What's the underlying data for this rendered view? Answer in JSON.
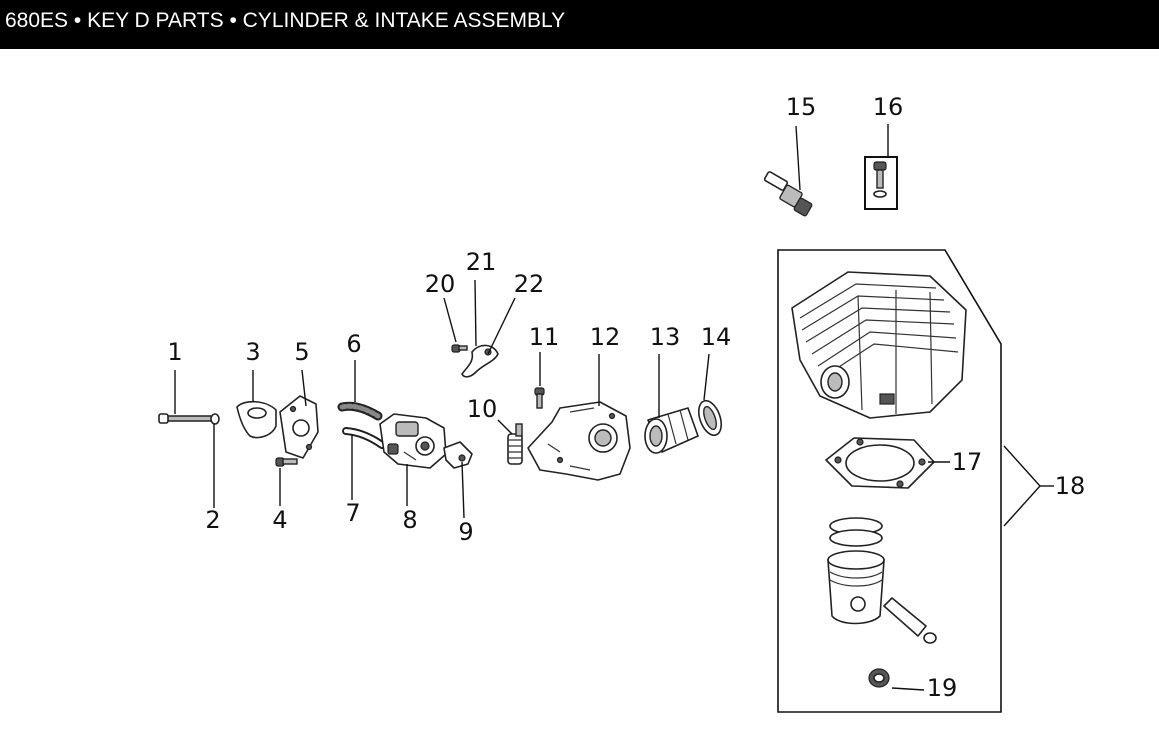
{
  "header": {
    "title": "680ES • KEY D PARTS •  CYLINDER & INTAKE ASSEMBLY"
  },
  "labels": [
    "1",
    "2",
    "3",
    "4",
    "5",
    "6",
    "7",
    "8",
    "9",
    "10",
    "11",
    "12",
    "13",
    "14",
    "15",
    "16",
    "17",
    "18",
    "19",
    "20",
    "21",
    "22"
  ],
  "colors": {
    "header_bg": "#000000",
    "header_text": "#ffffff",
    "line": "#111111"
  }
}
